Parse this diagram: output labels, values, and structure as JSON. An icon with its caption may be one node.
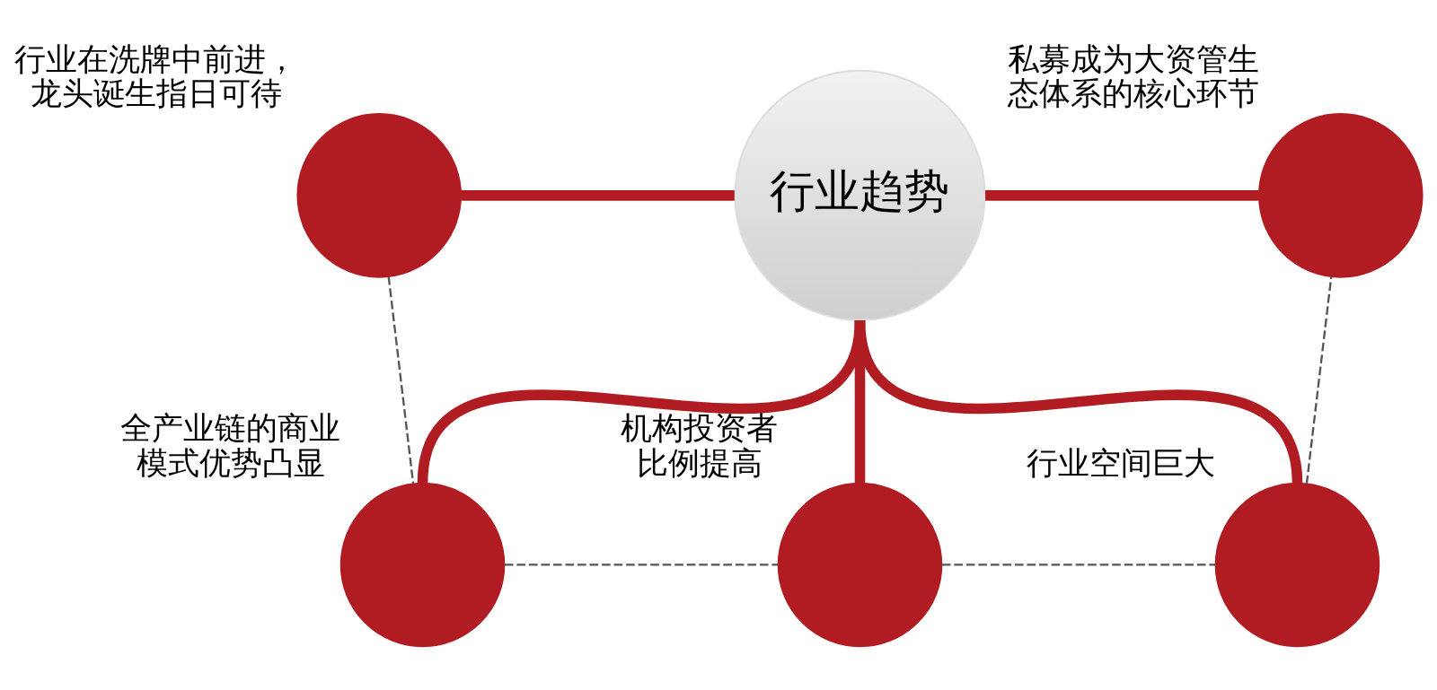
{
  "diagram": {
    "nodes": [
      {
        "text": [
          "行业趋势"
        ]
      },
      {
        "text": [],
        "shape": "circle",
        "beside": [
          "行业在洗牌中前进，龙头诞生指日可待"
        ]
      },
      {
        "text": [],
        "shape": "circle",
        "beside": [
          "私募成为大资管生态体系的核心环节"
        ]
      },
      {
        "text": [],
        "shape": "circle",
        "beside": [
          "全产业链的商业模式优势凸显"
        ]
      },
      {
        "text": [],
        "shape": "circle",
        "beside": [
          "机构投资者比例提高"
        ]
      },
      {
        "text": [],
        "shape": "circle",
        "beside": [
          "行业空间巨大"
        ]
      }
    ],
    "edges": [
      {
        "from": 0,
        "to": 1,
        "arrow": "none"
      },
      {
        "from": 0,
        "to": 2,
        "arrow": "none"
      },
      {
        "from": 0,
        "to": 3,
        "arrow": "none"
      },
      {
        "from": 0,
        "to": 4,
        "arrow": "none"
      },
      {
        "from": 0,
        "to": 5,
        "arrow": "none"
      },
      {
        "from": 1,
        "to": 3,
        "arrow": "none",
        "style": "dashed",
        "color": "#555555"
      },
      {
        "from": 3,
        "to": 4,
        "arrow": "none",
        "style": "dashed",
        "color": "#555555"
      },
      {
        "from": 4,
        "to": 5,
        "arrow": "none",
        "style": "dashed",
        "color": "#555555"
      },
      {
        "from": 5,
        "to": 2,
        "arrow": "none",
        "style": "dashed",
        "color": "#555555"
      }
    ]
  }
}
